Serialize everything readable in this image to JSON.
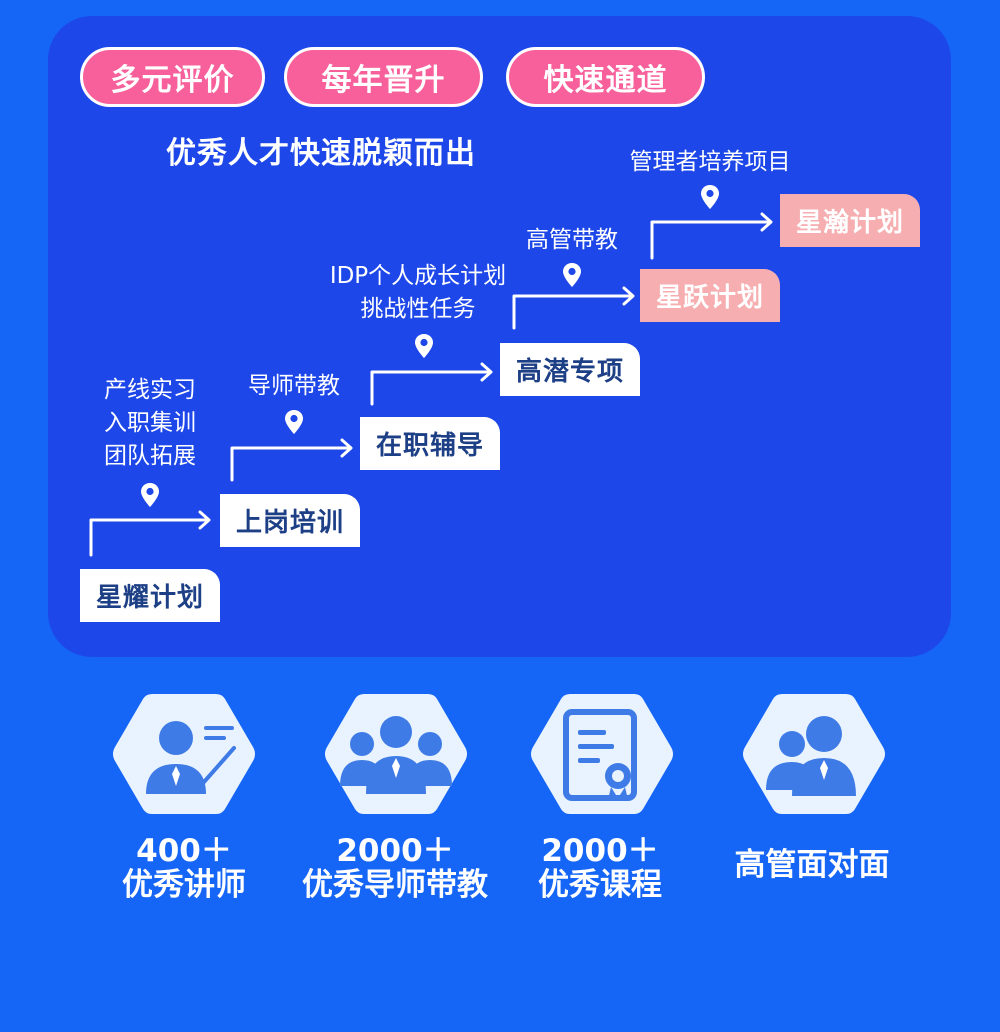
{
  "tags": [
    "多元评价",
    "每年晋升",
    "快速通道"
  ],
  "subtitle": "优秀人才快速脱颖而出",
  "steps": [
    {
      "label": "星耀计划",
      "note": [
        "产线实习",
        "入职集训",
        "团队拓展"
      ]
    },
    {
      "label": "上岗培训",
      "note": [
        "导师带教"
      ]
    },
    {
      "label": "在职辅导",
      "note": [
        "IDP个人成长计划",
        "挑战性任务"
      ]
    },
    {
      "label": "高潜专项",
      "note": [
        "高管带教"
      ]
    },
    {
      "label": "星跃计划",
      "note": [
        "管理者培养项目"
      ]
    },
    {
      "label": "星瀚计划",
      "note": []
    }
  ],
  "stats": [
    {
      "icon": "lecturer-icon",
      "value": "400＋",
      "label": "优秀讲师"
    },
    {
      "icon": "mentor-group-icon",
      "value": "2000＋",
      "label": "优秀导师带教"
    },
    {
      "icon": "certificate-icon",
      "value": "2000＋",
      "label": "优秀课程"
    },
    {
      "icon": "executive-meeting-icon",
      "value": "",
      "label": "高管面对面"
    }
  ],
  "colors": {
    "background": "#1565f6",
    "card": "#1d47e9",
    "tag_pink": "#f7609a",
    "step_pink": "#f6aeb0",
    "step_text": "#1d3f86",
    "hex_fill": "#e8f3ff",
    "icon_blue": "#3f7be6"
  }
}
